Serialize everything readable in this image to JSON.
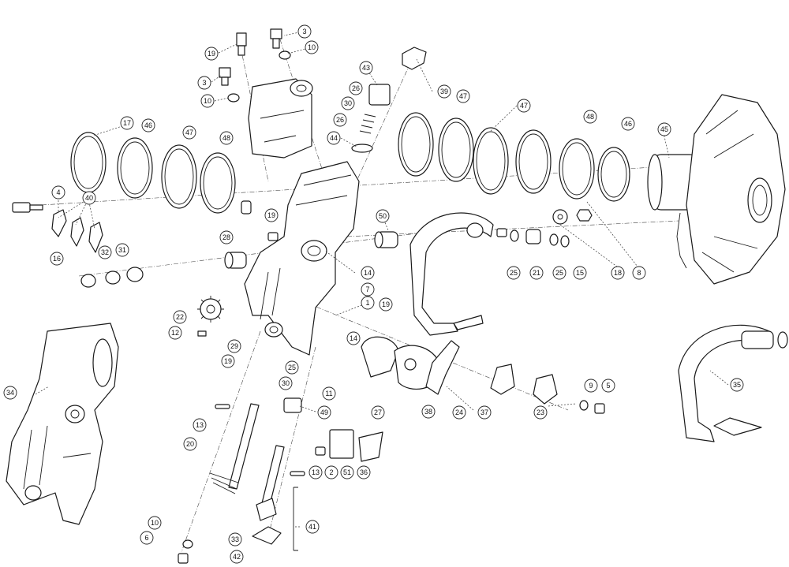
{
  "callouts": [
    {
      "id": "c3a",
      "label": "3"
    },
    {
      "id": "c10a",
      "label": "10"
    },
    {
      "id": "c19a",
      "label": "19"
    },
    {
      "id": "c3b",
      "label": "3"
    },
    {
      "id": "c10b",
      "label": "10"
    },
    {
      "id": "c43",
      "label": "43"
    },
    {
      "id": "c26a",
      "label": "26"
    },
    {
      "id": "c39",
      "label": "39"
    },
    {
      "id": "c30a",
      "label": "30"
    },
    {
      "id": "c26b",
      "label": "26"
    },
    {
      "id": "c44",
      "label": "44"
    },
    {
      "id": "c47a",
      "label": "47"
    },
    {
      "id": "c47b",
      "label": "47"
    },
    {
      "id": "c17",
      "label": "17"
    },
    {
      "id": "c46a",
      "label": "46"
    },
    {
      "id": "c47c",
      "label": "47"
    },
    {
      "id": "c48a",
      "label": "48"
    },
    {
      "id": "c48b",
      "label": "48"
    },
    {
      "id": "c46b",
      "label": "46"
    },
    {
      "id": "c45",
      "label": "45"
    },
    {
      "id": "c4",
      "label": "4"
    },
    {
      "id": "c40",
      "label": "40"
    },
    {
      "id": "c19b",
      "label": "19"
    },
    {
      "id": "c50",
      "label": "50"
    },
    {
      "id": "c28",
      "label": "28"
    },
    {
      "id": "c16",
      "label": "16"
    },
    {
      "id": "c32",
      "label": "32"
    },
    {
      "id": "c31",
      "label": "31"
    },
    {
      "id": "c25a",
      "label": "25"
    },
    {
      "id": "c21",
      "label": "21"
    },
    {
      "id": "c25b",
      "label": "25"
    },
    {
      "id": "c15",
      "label": "15"
    },
    {
      "id": "c18",
      "label": "18"
    },
    {
      "id": "c8",
      "label": "8"
    },
    {
      "id": "c14a",
      "label": "14"
    },
    {
      "id": "c7",
      "label": "7"
    },
    {
      "id": "c1",
      "label": "1"
    },
    {
      "id": "c19c",
      "label": "19"
    },
    {
      "id": "c22",
      "label": "22"
    },
    {
      "id": "c12",
      "label": "12"
    },
    {
      "id": "c14b",
      "label": "14"
    },
    {
      "id": "c29",
      "label": "29"
    },
    {
      "id": "c19d",
      "label": "19"
    },
    {
      "id": "c25c",
      "label": "25"
    },
    {
      "id": "c30b",
      "label": "30"
    },
    {
      "id": "c11",
      "label": "11"
    },
    {
      "id": "c34",
      "label": "34"
    },
    {
      "id": "c35",
      "label": "35"
    },
    {
      "id": "c9",
      "label": "9"
    },
    {
      "id": "c5",
      "label": "5"
    },
    {
      "id": "c49",
      "label": "49"
    },
    {
      "id": "c27",
      "label": "27"
    },
    {
      "id": "c38",
      "label": "38"
    },
    {
      "id": "c24",
      "label": "24"
    },
    {
      "id": "c37",
      "label": "37"
    },
    {
      "id": "c23",
      "label": "23"
    },
    {
      "id": "c13a",
      "label": "13"
    },
    {
      "id": "c20",
      "label": "20"
    },
    {
      "id": "c13b",
      "label": "13"
    },
    {
      "id": "c2",
      "label": "2"
    },
    {
      "id": "c51",
      "label": "51"
    },
    {
      "id": "c36",
      "label": "36"
    },
    {
      "id": "c41",
      "label": "41"
    },
    {
      "id": "c10c",
      "label": "10"
    },
    {
      "id": "c6",
      "label": "6"
    },
    {
      "id": "c33",
      "label": "33"
    },
    {
      "id": "c42",
      "label": "42"
    }
  ]
}
